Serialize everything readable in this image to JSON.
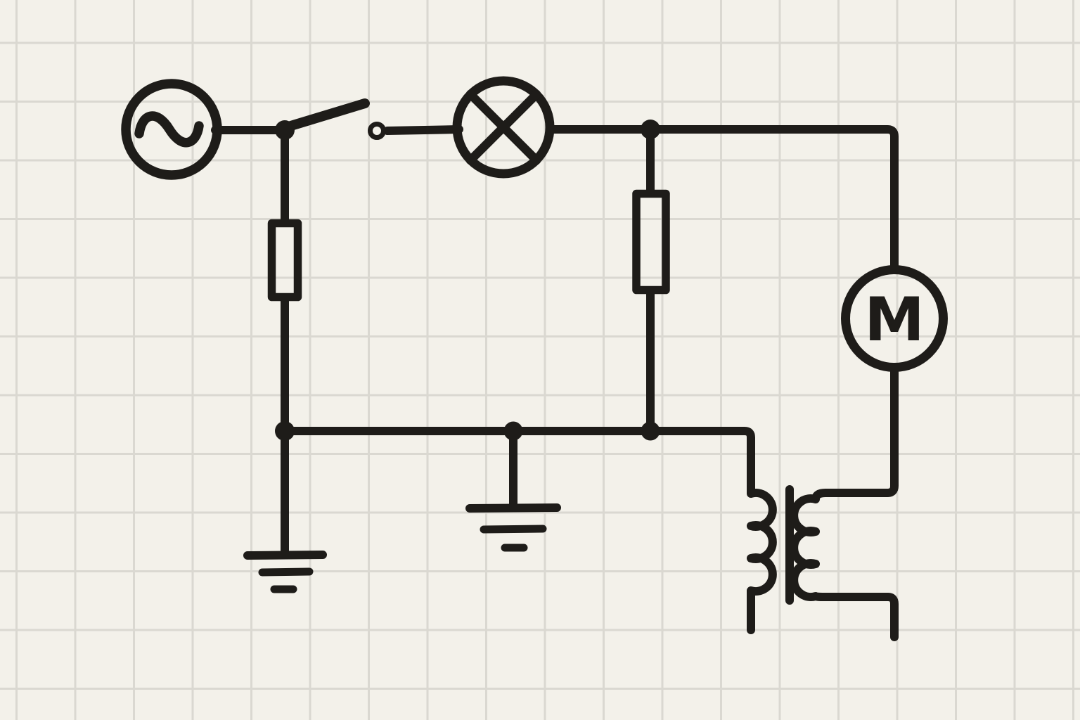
{
  "diagram": {
    "type": "circuit-schematic",
    "style": "hand-drawn black ink on light grid paper",
    "motor_label": "M",
    "colors": {
      "paper": "#f3f1ea",
      "grid_line": "#dad8d1",
      "ink": "#1e1c19"
    },
    "components": [
      {
        "id": "ac-source",
        "name": "AC voltage source (circle with sine wave)"
      },
      {
        "id": "switch-open",
        "name": "Open SPST switch with open-circle terminal"
      },
      {
        "id": "lamp",
        "name": "Indicator lamp (circle with X)"
      },
      {
        "id": "resistor-left",
        "name": "Resistor (rectangular box), left branch"
      },
      {
        "id": "resistor-right",
        "name": "Resistor (rectangular box), middle branch"
      },
      {
        "id": "motor",
        "name": "Motor (circle with letter M)"
      },
      {
        "id": "transformer",
        "name": "Transformer (two coils with core bar)"
      },
      {
        "id": "ground-left",
        "name": "Earth ground symbol, left"
      },
      {
        "id": "ground-middle",
        "name": "Earth ground symbol, middle"
      }
    ],
    "junction_count": 5
  }
}
